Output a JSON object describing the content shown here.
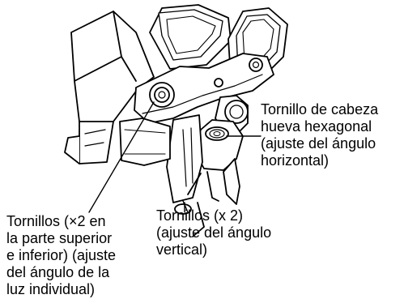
{
  "callouts": {
    "hex_bolt": {
      "text": "Tornillo de cabeza\nhueva hexagonal\n(ajuste del ángulo\nhorizontal)"
    },
    "individual_screws": {
      "text": "Tornillos (×2 en\nla parte superior\ne inferior) (ajuste\ndel ángulo de la\nluz individual)"
    },
    "vertical_screws": {
      "text": "Tornillos (x 2)\n(ajuste del ángulo\nvertical)"
    }
  },
  "colors": {
    "stroke": "#000000",
    "fill": "#ffffff"
  }
}
